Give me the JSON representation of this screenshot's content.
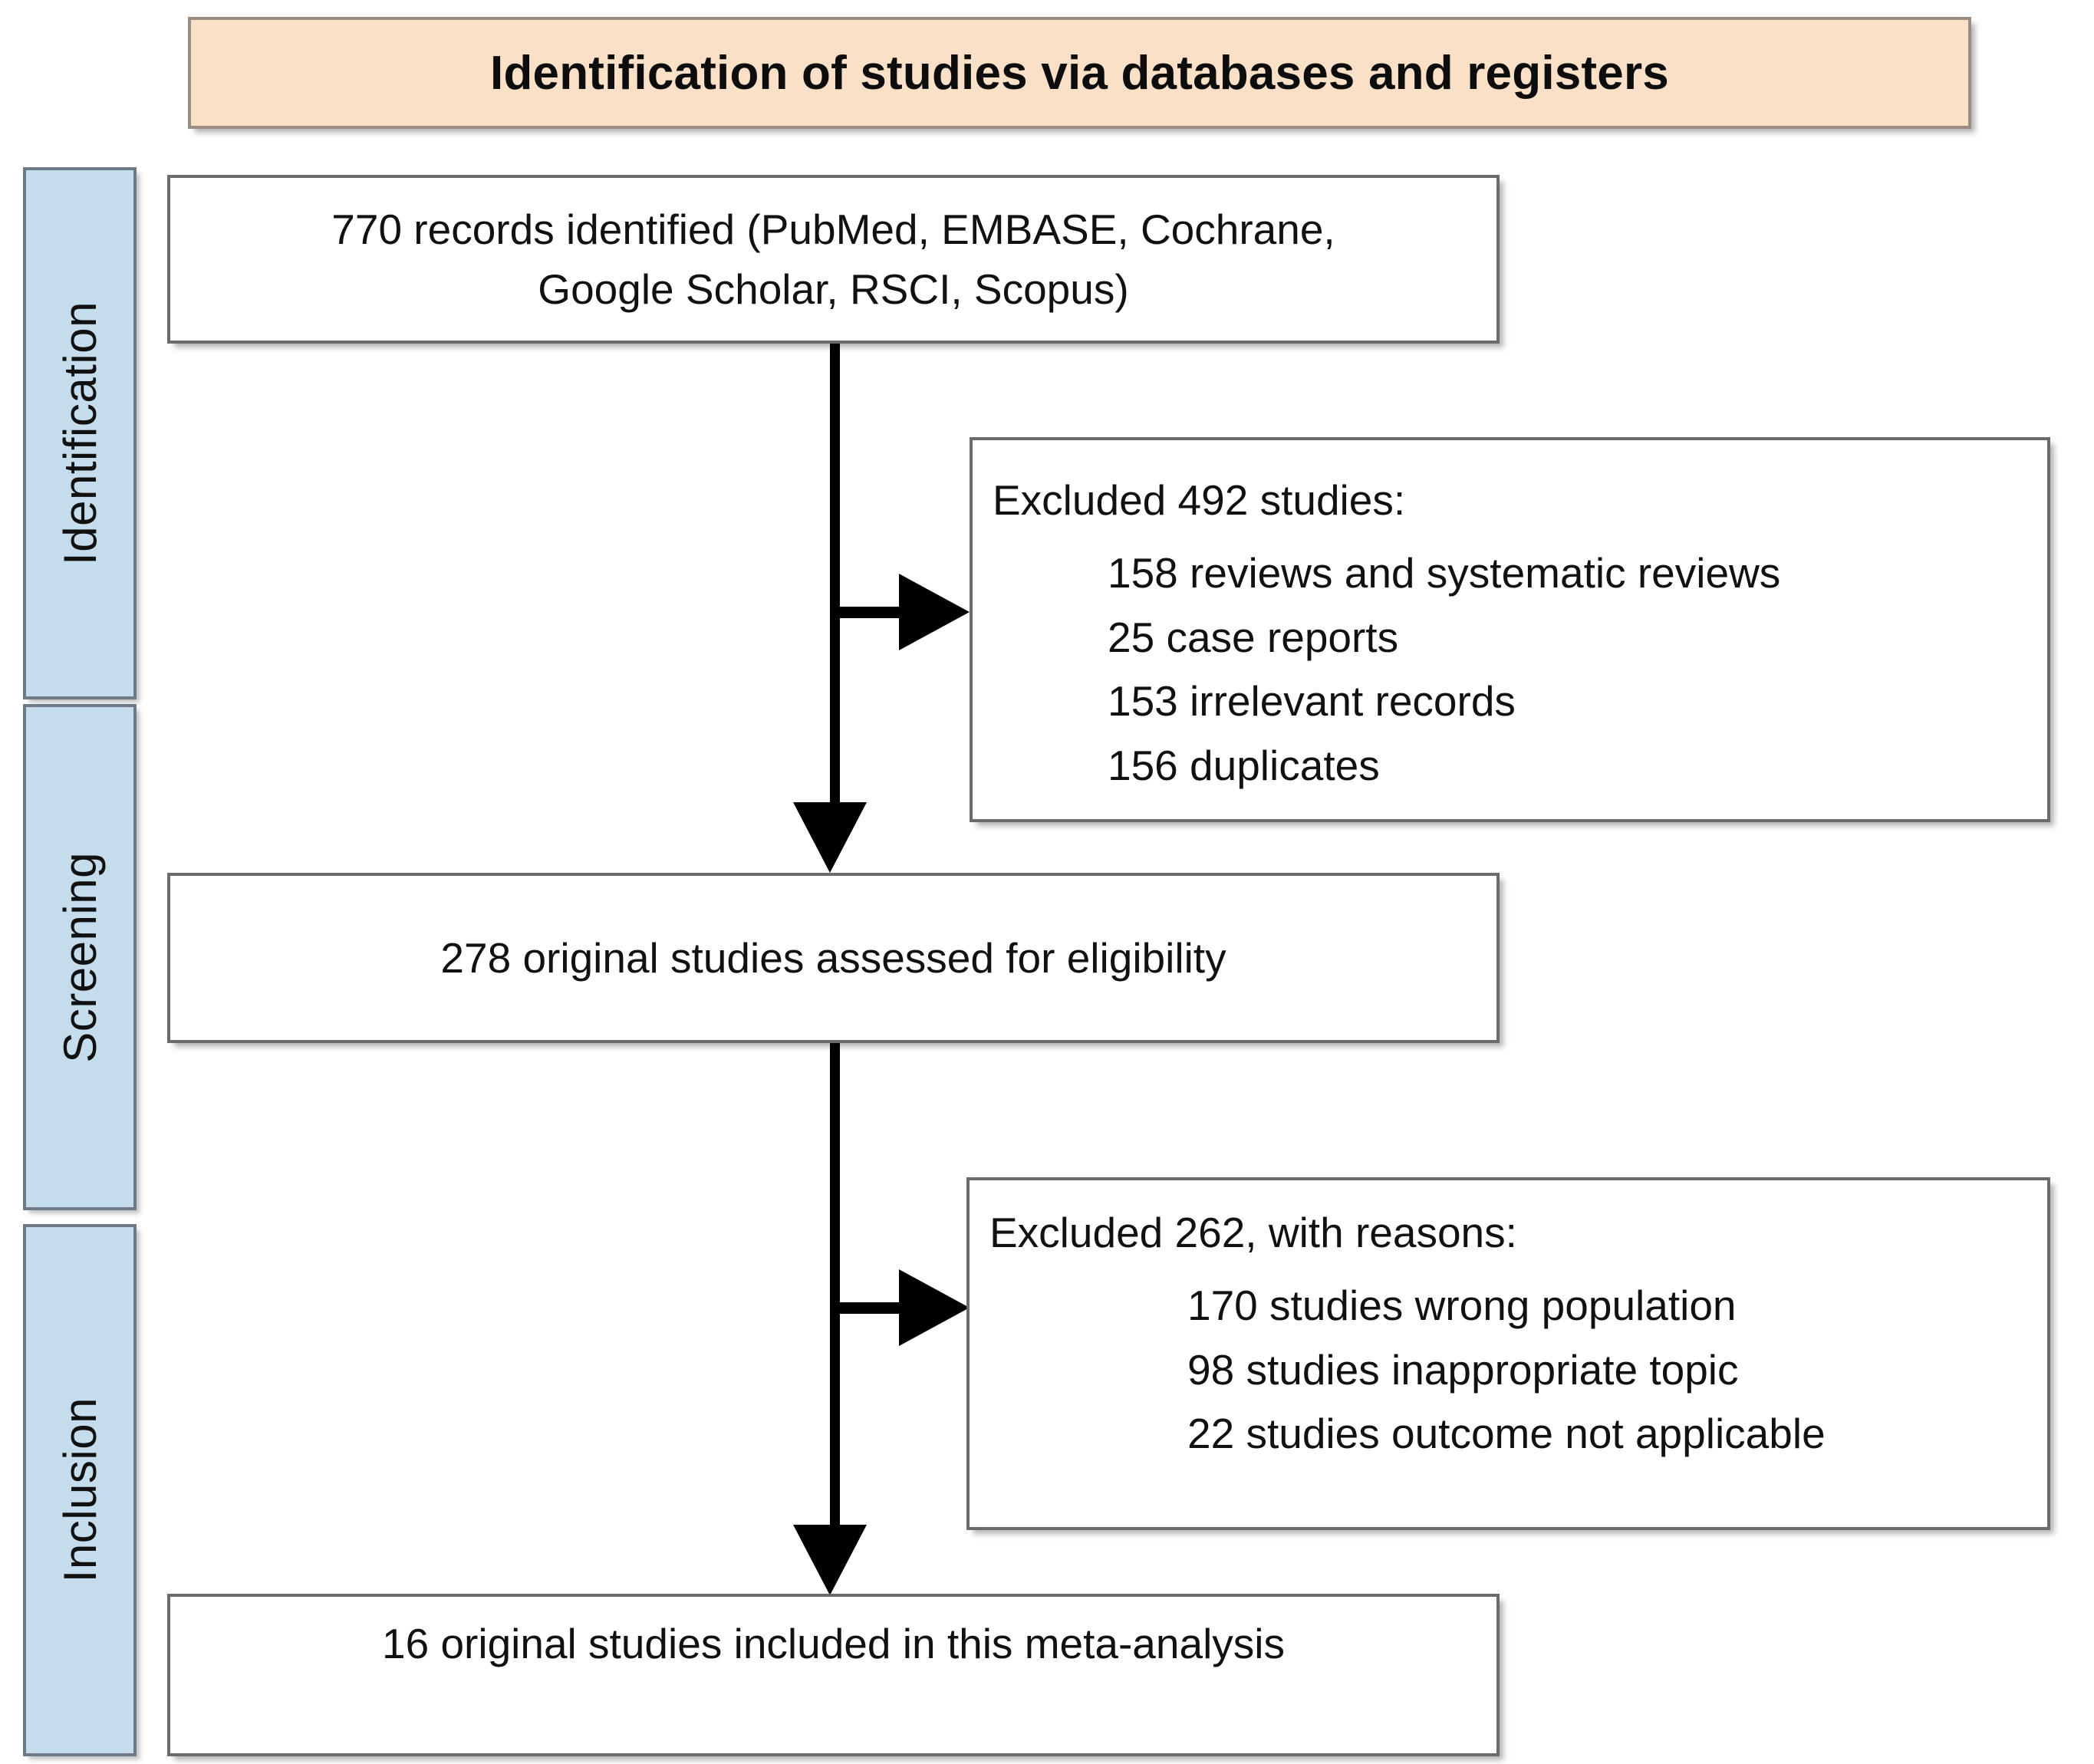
{
  "banner": {
    "title": "Identification of studies via databases and registers",
    "background_color": "#fbe0c8",
    "border_color": "#9a8d84"
  },
  "phases": [
    {
      "id": "identification",
      "label": "Identification"
    },
    {
      "id": "screening",
      "label": "Screening"
    },
    {
      "id": "inclusion",
      "label": "Inclusion"
    }
  ],
  "phase_color": "#c5dced",
  "boxes": {
    "identified": {
      "line1": "770 records identified (PubMed, EMBASE, Cochrane,",
      "line2": "Google Scholar, RSCI, Scopus)"
    },
    "assessed": {
      "text": "278 original studies assessed for eligibility"
    },
    "included": {
      "text": "16 original studies included in this meta-analysis"
    },
    "excluded_1": {
      "heading": "Excluded 492 studies:",
      "reasons": [
        "158 reviews and systematic reviews",
        "25 case reports",
        "153 irrelevant records",
        "156 duplicates"
      ]
    },
    "excluded_2": {
      "heading": "Excluded 262, with reasons:",
      "reasons": [
        "170 studies wrong population",
        "98 studies inappropriate topic",
        "22 studies outcome not applicable"
      ]
    }
  },
  "flow": {
    "total_records_identified": 770,
    "records_excluded_screening": 492,
    "studies_assessed_for_eligibility": 278,
    "studies_excluded_eligibility": 262,
    "studies_included": 16
  }
}
